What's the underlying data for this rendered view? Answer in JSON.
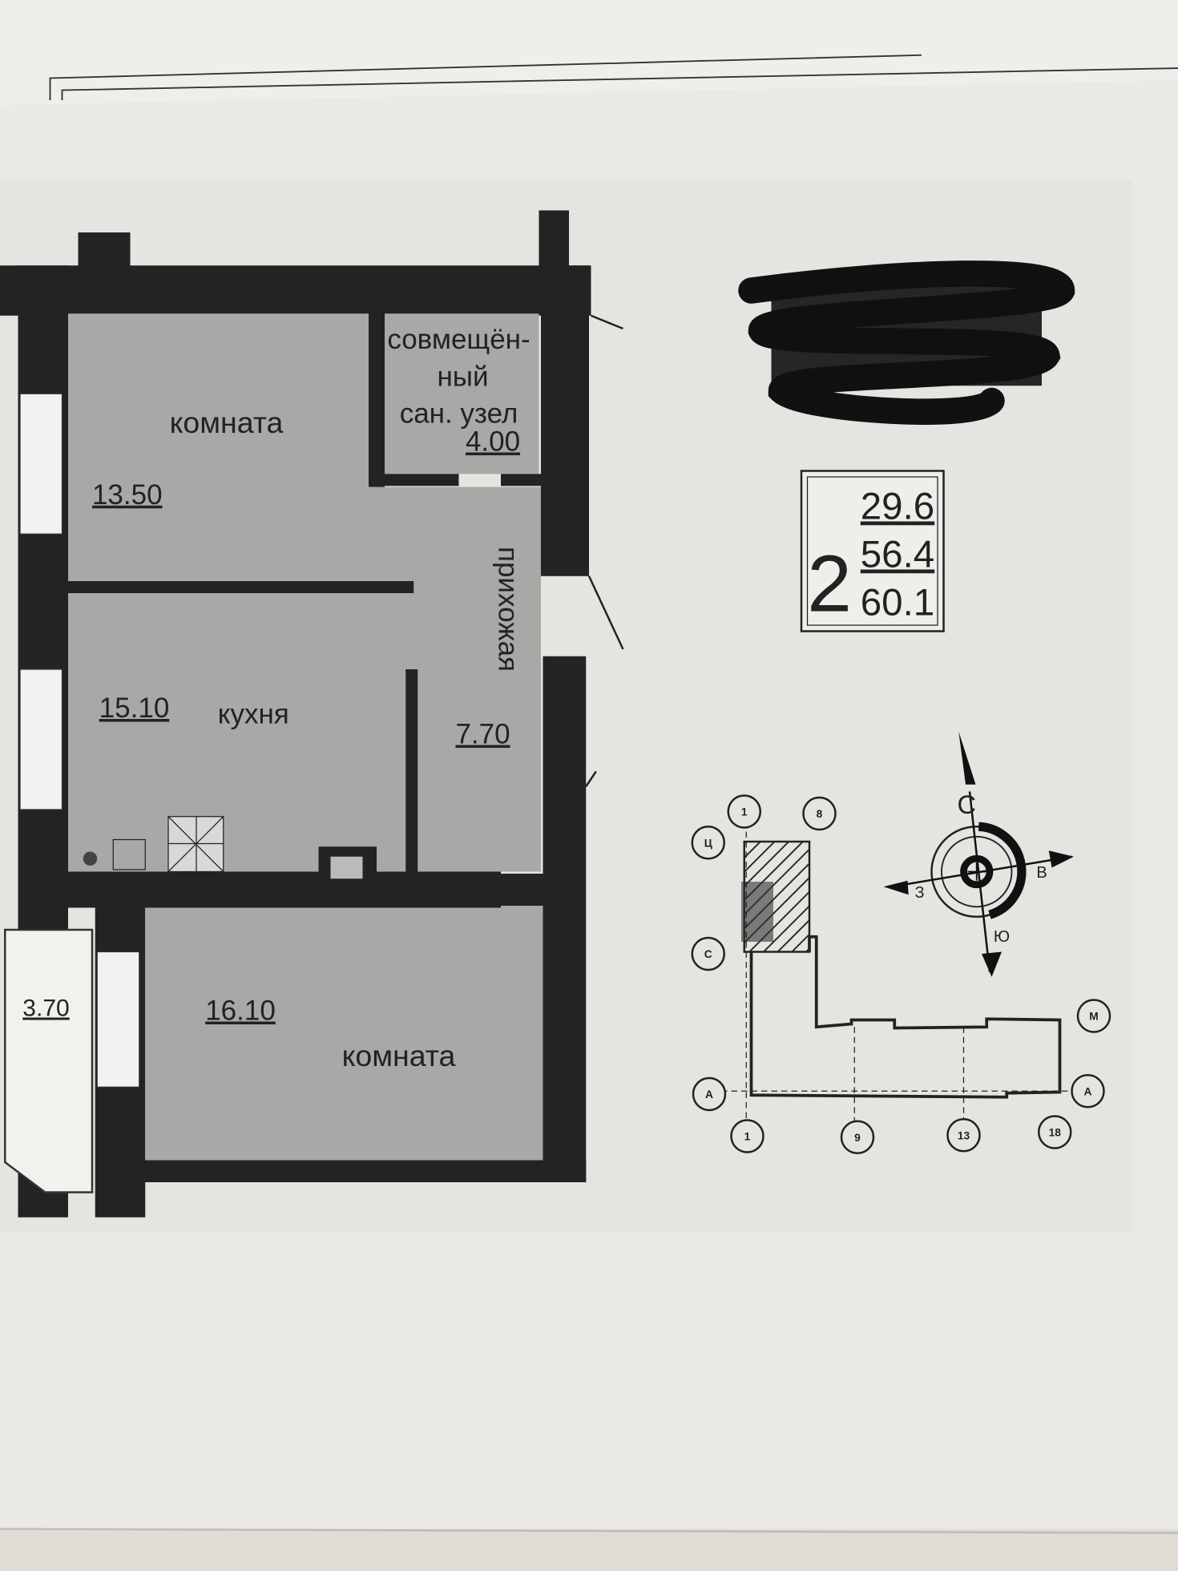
{
  "plan": {
    "rooms": [
      {
        "name": "комната",
        "area": "13.50"
      },
      {
        "name": "кухня",
        "area": "15.10"
      },
      {
        "name": "комната",
        "area": "16.10"
      },
      {
        "name": "прихожая",
        "area": "7.70"
      },
      {
        "name_lines": [
          "совмещён-",
          "ный",
          "сан. узел"
        ],
        "area": "4.00"
      },
      {
        "name": "",
        "area": "3.70"
      }
    ]
  },
  "summary": {
    "rooms_count": "2",
    "living_area": "29.6",
    "total_area": "56.4",
    "total_with_balcony": "60.1"
  },
  "compass": {
    "north": "С",
    "east": "В",
    "west": "З",
    "south": "Ю"
  },
  "key_plan": {
    "axes": [
      "1",
      "8",
      "Ц",
      "С",
      "А",
      "1",
      "9",
      "13",
      "18",
      "М",
      "А"
    ]
  },
  "colors": {
    "paper": "#e9e7e3",
    "wall": "#232323",
    "room": "#a9a8a6"
  }
}
